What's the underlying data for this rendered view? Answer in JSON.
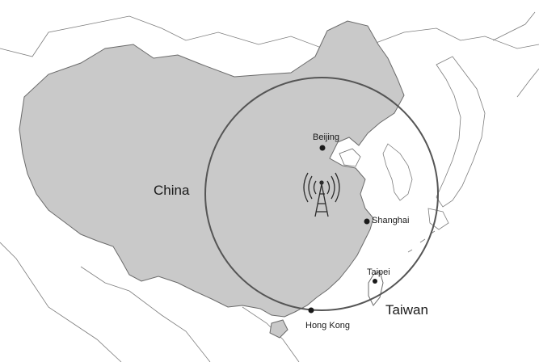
{
  "map": {
    "countries": [
      {
        "name": "China",
        "fill": "#c9c9c9"
      },
      {
        "name": "Taiwan",
        "fill": "#ffffff"
      }
    ],
    "cities": [
      {
        "name": "Beijing"
      },
      {
        "name": "Shanghai"
      },
      {
        "name": "Taipei"
      },
      {
        "name": "Hong Kong"
      }
    ],
    "coverage_circle": {
      "stroke": "#555555"
    },
    "transmitter": {
      "icon": "radio-tower-icon"
    },
    "colors": {
      "land_other": "#ffffff",
      "border": "#7d7d7d",
      "sea": "#ffffff"
    }
  }
}
